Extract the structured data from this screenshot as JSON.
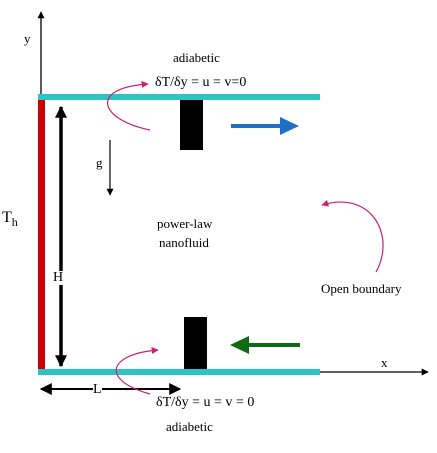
{
  "axes": {
    "y_label": "y",
    "x_label": "x"
  },
  "top_wall": {
    "label": "adiabetic",
    "condition": "δT/δy  = u = v=0"
  },
  "bottom_wall": {
    "label": "adiabetic",
    "condition": "δT/δy = u = v  = 0"
  },
  "left_wall": {
    "label_main": "T",
    "label_sub": "h"
  },
  "gravity_label": "g",
  "height_label": "H",
  "length_label": "L",
  "fluid": {
    "line1": "power-law",
    "line2": "nanofluid"
  },
  "open_boundary_label": "Open boundary",
  "colors": {
    "plate": "#2fc4c4",
    "hot_wall": "#cc0000",
    "heater": "#000000",
    "flow_right_arrow": "#1f6fc8",
    "flow_left_arrow": "#0f6b12",
    "curved_arrow": "#cc1f7a"
  }
}
